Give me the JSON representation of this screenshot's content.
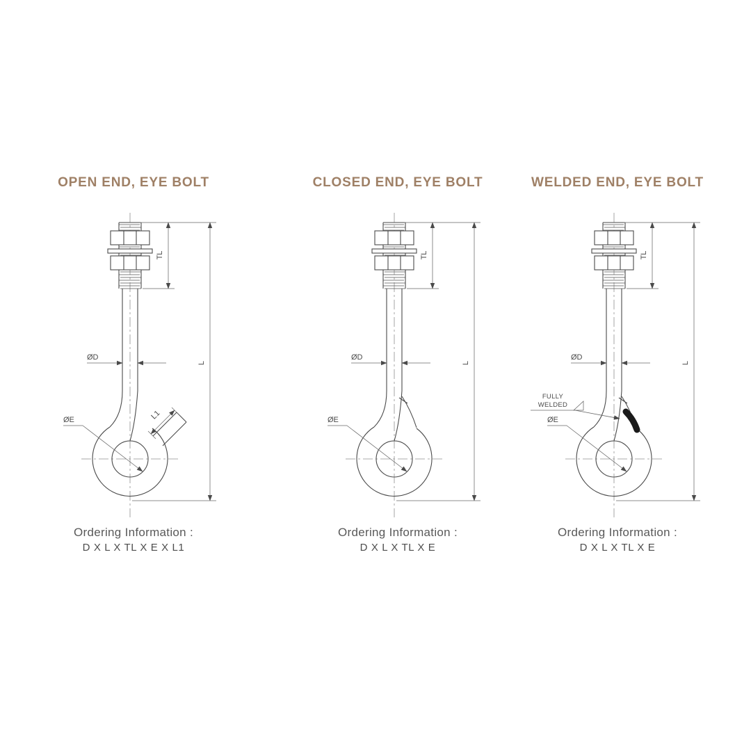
{
  "columns": [
    {
      "title": "OPEN END, EYE BOLT",
      "variant": "open",
      "labels": {
        "tl": "TL",
        "l": "L",
        "d": "ØD",
        "e": "ØE",
        "l1": "L1"
      },
      "ordering": {
        "heading": "Ordering Information :",
        "code": "D X L X TL X E X L1"
      }
    },
    {
      "title": "CLOSED END, EYE BOLT",
      "variant": "closed",
      "labels": {
        "tl": "TL",
        "l": "L",
        "d": "ØD",
        "e": "ØE"
      },
      "ordering": {
        "heading": "Ordering Information :",
        "code": "D X L X TL X E"
      }
    },
    {
      "title": "WELDED END, EYE BOLT",
      "variant": "welded",
      "labels": {
        "tl": "TL",
        "l": "L",
        "d": "ØD",
        "e": "ØE",
        "weld_note_line1": "FULLY",
        "weld_note_line2": "WELDED"
      },
      "ordering": {
        "heading": "Ordering Information :",
        "code": "D X L X TL X E"
      }
    }
  ],
  "colors": {
    "background": "#ffffff",
    "title": "#9f8066",
    "drawing_line": "#4a4a4a",
    "ordering_text": "#595959",
    "weld_bead": "#1a1a1a"
  }
}
